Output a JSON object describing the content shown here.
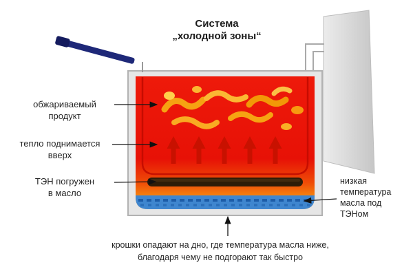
{
  "title": {
    "lines": [
      "Система",
      "„холодной зоны“"
    ]
  },
  "labels": {
    "product": {
      "lines": [
        "обжариваемый",
        "продукт"
      ]
    },
    "heat_rises": {
      "lines": [
        "тепло поднимается",
        "вверх"
      ]
    },
    "heater": {
      "lines": [
        "ТЭН погружен",
        "в масло"
      ]
    },
    "low_temp": {
      "lines": [
        "низкая",
        "температура",
        "масла под",
        "ТЭНом"
      ]
    },
    "caption": {
      "lines": [
        "крошки опадают на дно, где температура масла ниже,",
        "благодаря чему не подгорают так быстро"
      ]
    }
  },
  "diagram": {
    "colors": {
      "oil_hot": "#e81309",
      "oil_warm": "#f5820f",
      "cold_zone": "#3f86cf",
      "cold_zone_texture": "#1c5ca8",
      "heating_element": "#2e1d08",
      "handle": "#1e2878",
      "tank_wall": "#e6e6e6",
      "control_panel": "#d9d9d9",
      "food_particles": "#f6a312",
      "heat_arrows": "#c81100",
      "pointer_arrows": "#151515"
    }
  }
}
